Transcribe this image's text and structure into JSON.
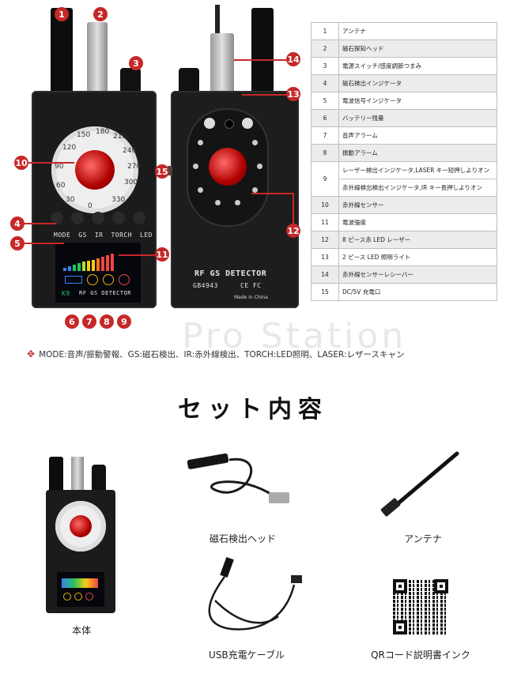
{
  "callouts": [
    "1",
    "2",
    "3",
    "4",
    "5",
    "6",
    "7",
    "8",
    "9",
    "10",
    "11",
    "12",
    "13",
    "14",
    "15"
  ],
  "device": {
    "dial_numbers": [
      "120",
      "150",
      "180",
      "210",
      "240",
      "90",
      "60",
      "30",
      "0",
      "330",
      "300",
      "270"
    ],
    "mode_labels": [
      "MODE",
      "GS",
      "IR",
      "TORCH",
      "LED"
    ],
    "screen_bottom": [
      "RF GS DETECTOR"
    ],
    "screen_badge": "K9",
    "back_title": "RF GS DETECTOR",
    "back_model": "GB4943",
    "back_marks": "CE FC",
    "made_in": "Made in China"
  },
  "spec_table": [
    {
      "no": "1",
      "text": "アンテナ"
    },
    {
      "no": "2",
      "text": "磁石探知ヘッド"
    },
    {
      "no": "3",
      "text": "電源スイッチ/感度調節つまみ"
    },
    {
      "no": "4",
      "text": "磁石検出インジケータ"
    },
    {
      "no": "5",
      "text": "電波信号インジケータ"
    },
    {
      "no": "6",
      "text": "バッテリー残量"
    },
    {
      "no": "7",
      "text": "音声アラーム"
    },
    {
      "no": "8",
      "text": "振動アラーム"
    },
    {
      "no": "9",
      "text": "レーザー検出インジケータ,LASER キー短押しよりオン"
    },
    {
      "no": "",
      "text": "赤外線検出検出インジケータ,IR キー長押しよりオン"
    },
    {
      "no": "10",
      "text": "赤外線センサー"
    },
    {
      "no": "11",
      "text": "電波強度"
    },
    {
      "no": "12",
      "text": "8 ピース赤 LED レーザー"
    },
    {
      "no": "13",
      "text": "2 ピース LED 照明ライト"
    },
    {
      "no": "14",
      "text": "赤外線センサーレシーバー"
    },
    {
      "no": "15",
      "text": "DC/5V 充電口"
    }
  ],
  "watermark": "Pro Station",
  "modes_text": "MODE:音声/振動警報、GS:磁石検出、IR:赤外線検出、TORCH:LED照明、LASER:レザースキャン",
  "set_title": "セット内容",
  "items": {
    "body": "本体",
    "magnet_head": "磁石検出ヘッド",
    "antenna": "アンテナ",
    "usb_cable": "USB充電ケーブル",
    "qr_manual": "QRコード説明書インク"
  },
  "colors": {
    "accent": "#c62828",
    "device": "#1b1b1b",
    "lens": "#d10000"
  }
}
